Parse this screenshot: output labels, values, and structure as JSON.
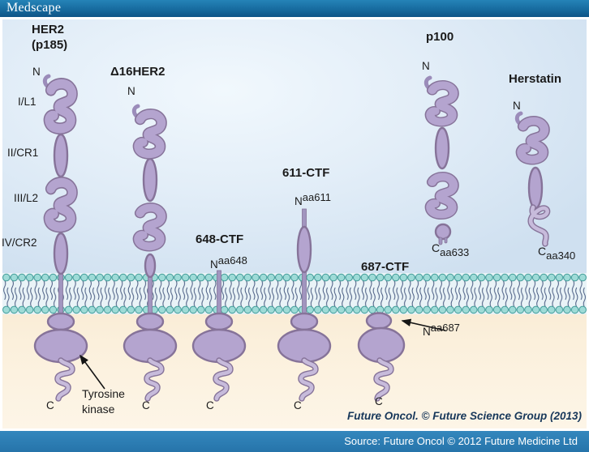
{
  "header": {
    "logo": "Medscape"
  },
  "figure": {
    "credit": "Future Oncol. © Future Science Group (2013)",
    "source": "Source: Future Oncol © 2012 Future Medicine Ltd"
  },
  "domain_labels": {
    "d1": "I/L1",
    "d2": "II/CR1",
    "d3": "III/L2",
    "d4": "IV/CR2"
  },
  "proteins": {
    "her2": {
      "name_line1": "HER2",
      "name_line2": "(p185)",
      "n": "N",
      "c": "C"
    },
    "delta16her2": {
      "name": "Δ16HER2",
      "n": "N",
      "c": "C"
    },
    "ctf648": {
      "name": "648-CTF",
      "n": "N",
      "aa": "aa648",
      "c": "C"
    },
    "ctf611": {
      "name": "611-CTF",
      "n": "N",
      "aa": "aa611",
      "c": "C"
    },
    "ctf687": {
      "name": "687-CTF",
      "n": "N",
      "aa": "aa687",
      "c": "C"
    },
    "p100": {
      "name": "p100",
      "n": "N",
      "c": "C",
      "aa": "aa633"
    },
    "herstatin": {
      "name": "Herstatin",
      "n": "N",
      "c": "C",
      "aa": "aa340"
    }
  },
  "annotations": {
    "tyrosine_kinase_line1": "Tyrosine",
    "tyrosine_kinase_line2": "kinase"
  },
  "colors": {
    "brand_bar_blue": "#176b9f",
    "source_bar_blue": "#2b7ab2",
    "credit_navy": "#17375a",
    "protein_fill": "#b4a4cf",
    "protein_outline": "#867399",
    "membrane_head_teal": "#9edbd7",
    "membrane_head_outline": "#3f9b98",
    "membrane_bg": "#e9f3f7",
    "extracellular_blue": "#d8e7f3",
    "intracellular_cream": "#fbf0dc"
  }
}
